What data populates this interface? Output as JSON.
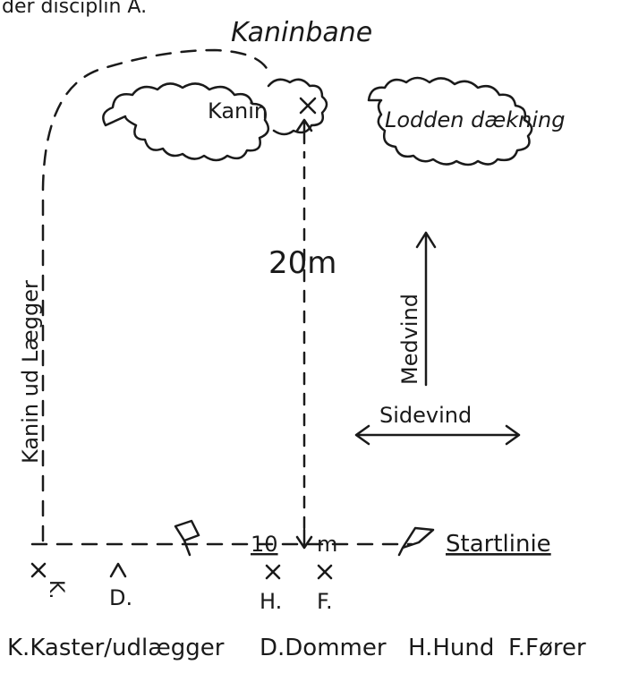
{
  "caption_fragment": "der disciplin A.",
  "title": "Kaninbane",
  "rabbit_label": "Kanin",
  "cover_label": "Lodden dækning",
  "distance_label": "20m",
  "thrower_path_label": "Kanin ud Lægger",
  "tailwind_label": "Medvind",
  "crosswind_label": "Sidevind",
  "start_distance_label": "10",
  "start_distance_unit": "m",
  "start_line_label": "Startlinie",
  "positions": {
    "k_mark": "K.",
    "d_mark": "D.",
    "h_mark": "H.",
    "f_mark": "F."
  },
  "legend": {
    "k": "K.Kaster/udlægger",
    "d": "D.Dommer",
    "h": "H.Hund",
    "f": "F.Fører"
  }
}
